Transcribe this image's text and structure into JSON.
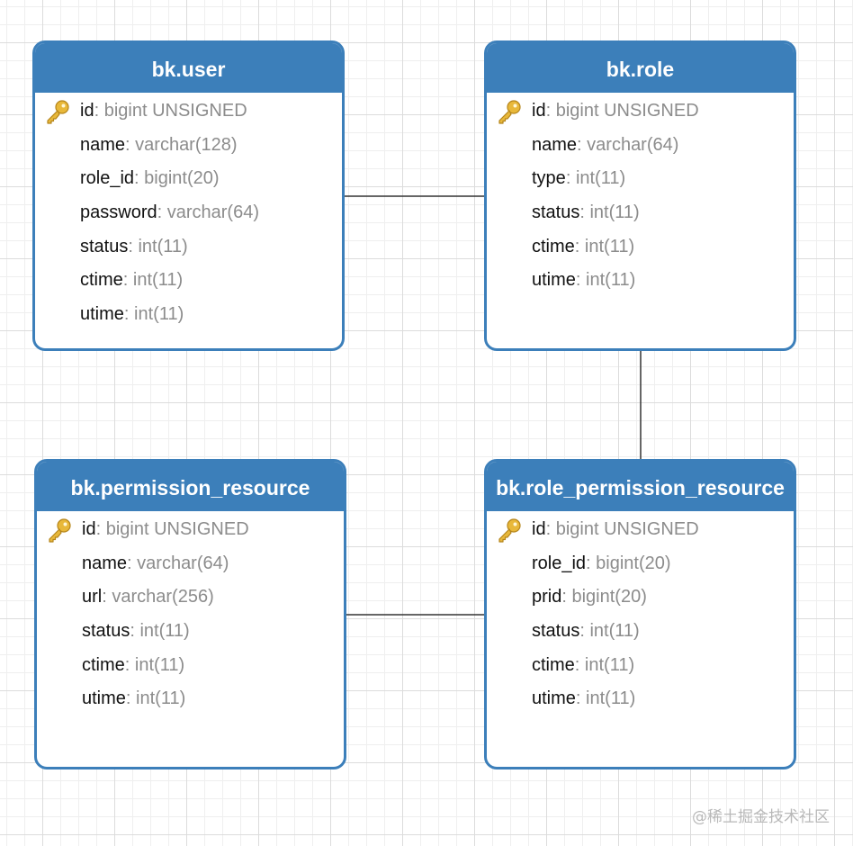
{
  "tables": [
    {
      "name": "bk.user",
      "fields": [
        {
          "name": "id",
          "type": "bigint UNSIGNED",
          "primary": true
        },
        {
          "name": "name",
          "type": "varchar(128)"
        },
        {
          "name": "role_id",
          "type": "bigint(20)"
        },
        {
          "name": "password",
          "type": "varchar(64)"
        },
        {
          "name": "status",
          "type": "int(11)"
        },
        {
          "name": "ctime",
          "type": "int(11)"
        },
        {
          "name": "utime",
          "type": "int(11)"
        }
      ]
    },
    {
      "name": "bk.role",
      "fields": [
        {
          "name": "id",
          "type": "bigint UNSIGNED",
          "primary": true
        },
        {
          "name": "name",
          "type": "varchar(64)"
        },
        {
          "name": "type",
          "type": "int(11)"
        },
        {
          "name": "status",
          "type": "int(11)"
        },
        {
          "name": "ctime",
          "type": "int(11)"
        },
        {
          "name": "utime",
          "type": "int(11)"
        }
      ]
    },
    {
      "name": "bk.permission_resource",
      "fields": [
        {
          "name": "id",
          "type": "bigint UNSIGNED",
          "primary": true
        },
        {
          "name": "name",
          "type": "varchar(64)"
        },
        {
          "name": "url",
          "type": "varchar(256)"
        },
        {
          "name": "status",
          "type": "int(11)"
        },
        {
          "name": "ctime",
          "type": "int(11)"
        },
        {
          "name": "utime",
          "type": "int(11)"
        }
      ]
    },
    {
      "name": "bk.role_permission_resource",
      "fields": [
        {
          "name": "id",
          "type": "bigint UNSIGNED",
          "primary": true
        },
        {
          "name": "role_id",
          "type": "bigint(20)"
        },
        {
          "name": "prid",
          "type": "bigint(20)"
        },
        {
          "name": "status",
          "type": "int(11)"
        },
        {
          "name": "ctime",
          "type": "int(11)"
        },
        {
          "name": "utime",
          "type": "int(11)"
        }
      ]
    }
  ],
  "relations": [
    {
      "from": "bk.user",
      "to": "bk.role"
    },
    {
      "from": "bk.role",
      "to": "bk.role_permission_resource"
    },
    {
      "from": "bk.permission_resource",
      "to": "bk.role_permission_resource"
    }
  ],
  "colors": {
    "header": "#3c7fba",
    "field_name": "#111111",
    "field_type": "#8c8c8c",
    "connector": "#333333",
    "key_icon": "#e8b83a"
  },
  "watermark": "@稀土掘金技术社区"
}
